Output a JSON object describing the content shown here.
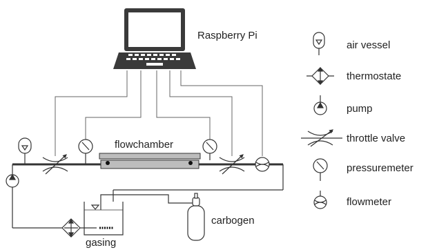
{
  "labels": {
    "computer": "Raspberry Pi",
    "chamber": "flowchamber",
    "gas": "carbogen",
    "reservoir": "gasing"
  },
  "legend": [
    {
      "icon": "air-vessel-icon",
      "label": "air vessel"
    },
    {
      "icon": "thermostate-icon",
      "label": "thermostate"
    },
    {
      "icon": "pump-icon",
      "label": "pump"
    },
    {
      "icon": "throttle-valve-icon",
      "label": "throttle valve"
    },
    {
      "icon": "pressuremeter-icon",
      "label": "pressuremeter"
    },
    {
      "icon": "flowmeter-icon",
      "label": "flowmeter"
    }
  ],
  "colors": {
    "line": "#333333",
    "thin": "#666666",
    "chamber_fill": "#bdbdbd",
    "laptop": "#3a3a3a"
  }
}
